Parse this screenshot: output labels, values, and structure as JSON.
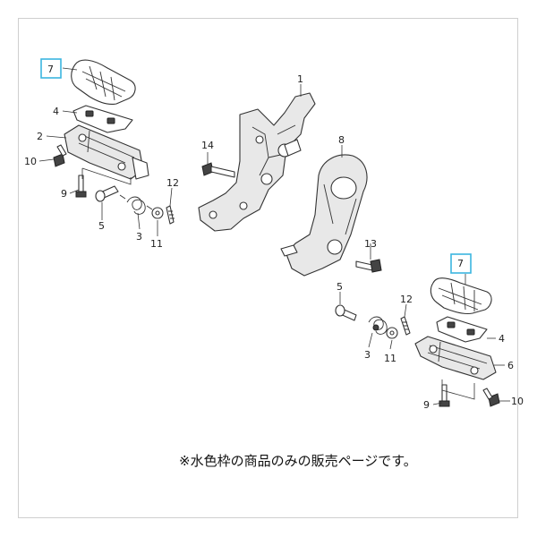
{
  "labels": {
    "left_7": "7",
    "left_4": "4",
    "left_2": "2",
    "left_10": "10",
    "left_9": "9",
    "left_5": "5",
    "left_3": "3",
    "left_11": "11",
    "left_12": "12",
    "left_14": "14",
    "center_1": "1",
    "center_8": "8",
    "center_13": "13",
    "right_7": "7",
    "right_4": "4",
    "right_6": "6",
    "right_10": "10",
    "right_9": "9",
    "right_5": "5",
    "right_3": "3",
    "right_11": "11",
    "right_12": "12"
  },
  "note": "※水色枠の商品のみの販売ページです。",
  "colors": {
    "highlight_frame": "#3bb6e0",
    "line": "#333333"
  }
}
